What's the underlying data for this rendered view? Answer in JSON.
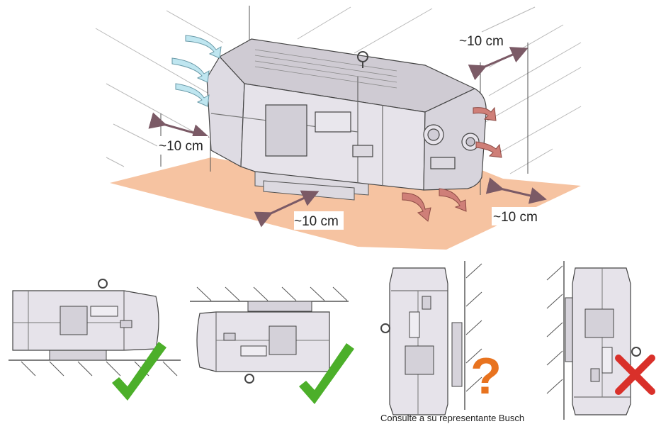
{
  "dimensions": {
    "left_clearance": "~10 cm",
    "front_clearance": "~10 cm",
    "top_right_clearance": "~10 cm",
    "bottom_right_clearance": "~10 cm"
  },
  "caption": "Consulte a su representante Busch",
  "orientations": [
    {
      "name": "horizontal-feet-down",
      "status": "allowed",
      "status_icon": "checkmark-icon"
    },
    {
      "name": "horizontal-ceiling-mounted",
      "status": "allowed",
      "status_icon": "checkmark-icon"
    },
    {
      "name": "vertical-wall-mounted",
      "status": "consult",
      "status_icon": "question-mark-icon",
      "symbol": "?"
    },
    {
      "name": "vertical-wall-mounted-inverted",
      "status": "not-allowed",
      "status_icon": "cross-icon"
    }
  ],
  "colors": {
    "floor": "#f6c3a1",
    "air_inlet_arrow": "#bfe6f0",
    "air_outlet_arrow": "#cf7f78",
    "dimension_arrow": "#7b5a66",
    "machine_body": "#e6e3ea",
    "check": "#4caf2a",
    "question": "#e8731f",
    "cross": "#d9302a"
  }
}
